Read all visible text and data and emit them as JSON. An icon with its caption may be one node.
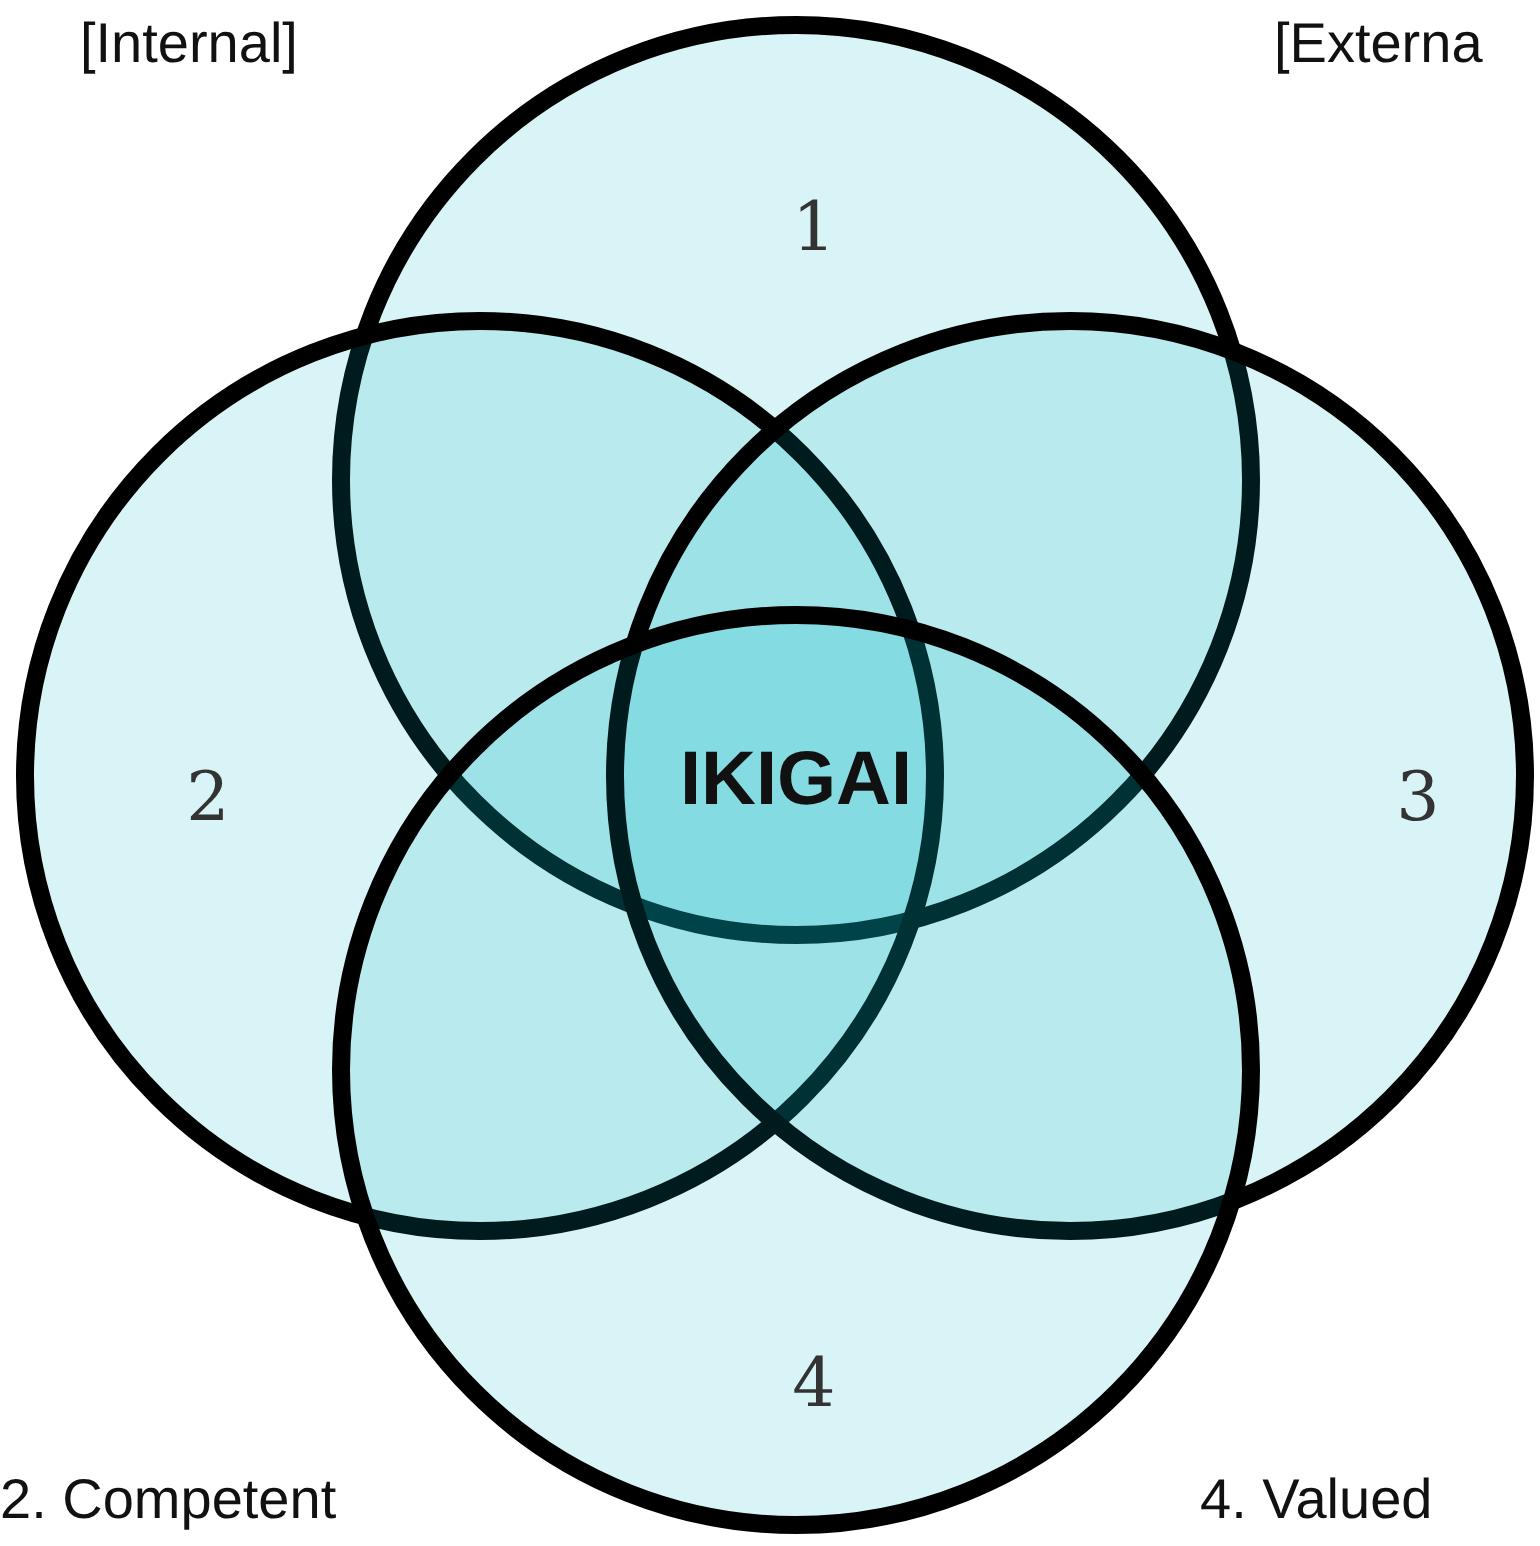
{
  "diagram": {
    "nodes": [
      {
        "text": [
          "1"
        ]
      },
      {
        "text": [
          "2"
        ]
      },
      {
        "text": [
          "3"
        ]
      },
      {
        "text": [
          "4"
        ]
      },
      {
        "text": [
          "IKIGAI"
        ]
      }
    ],
    "labels": [
      "[Internal]",
      "[Externa",
      "2. Competent",
      "4. Valued"
    ]
  }
}
